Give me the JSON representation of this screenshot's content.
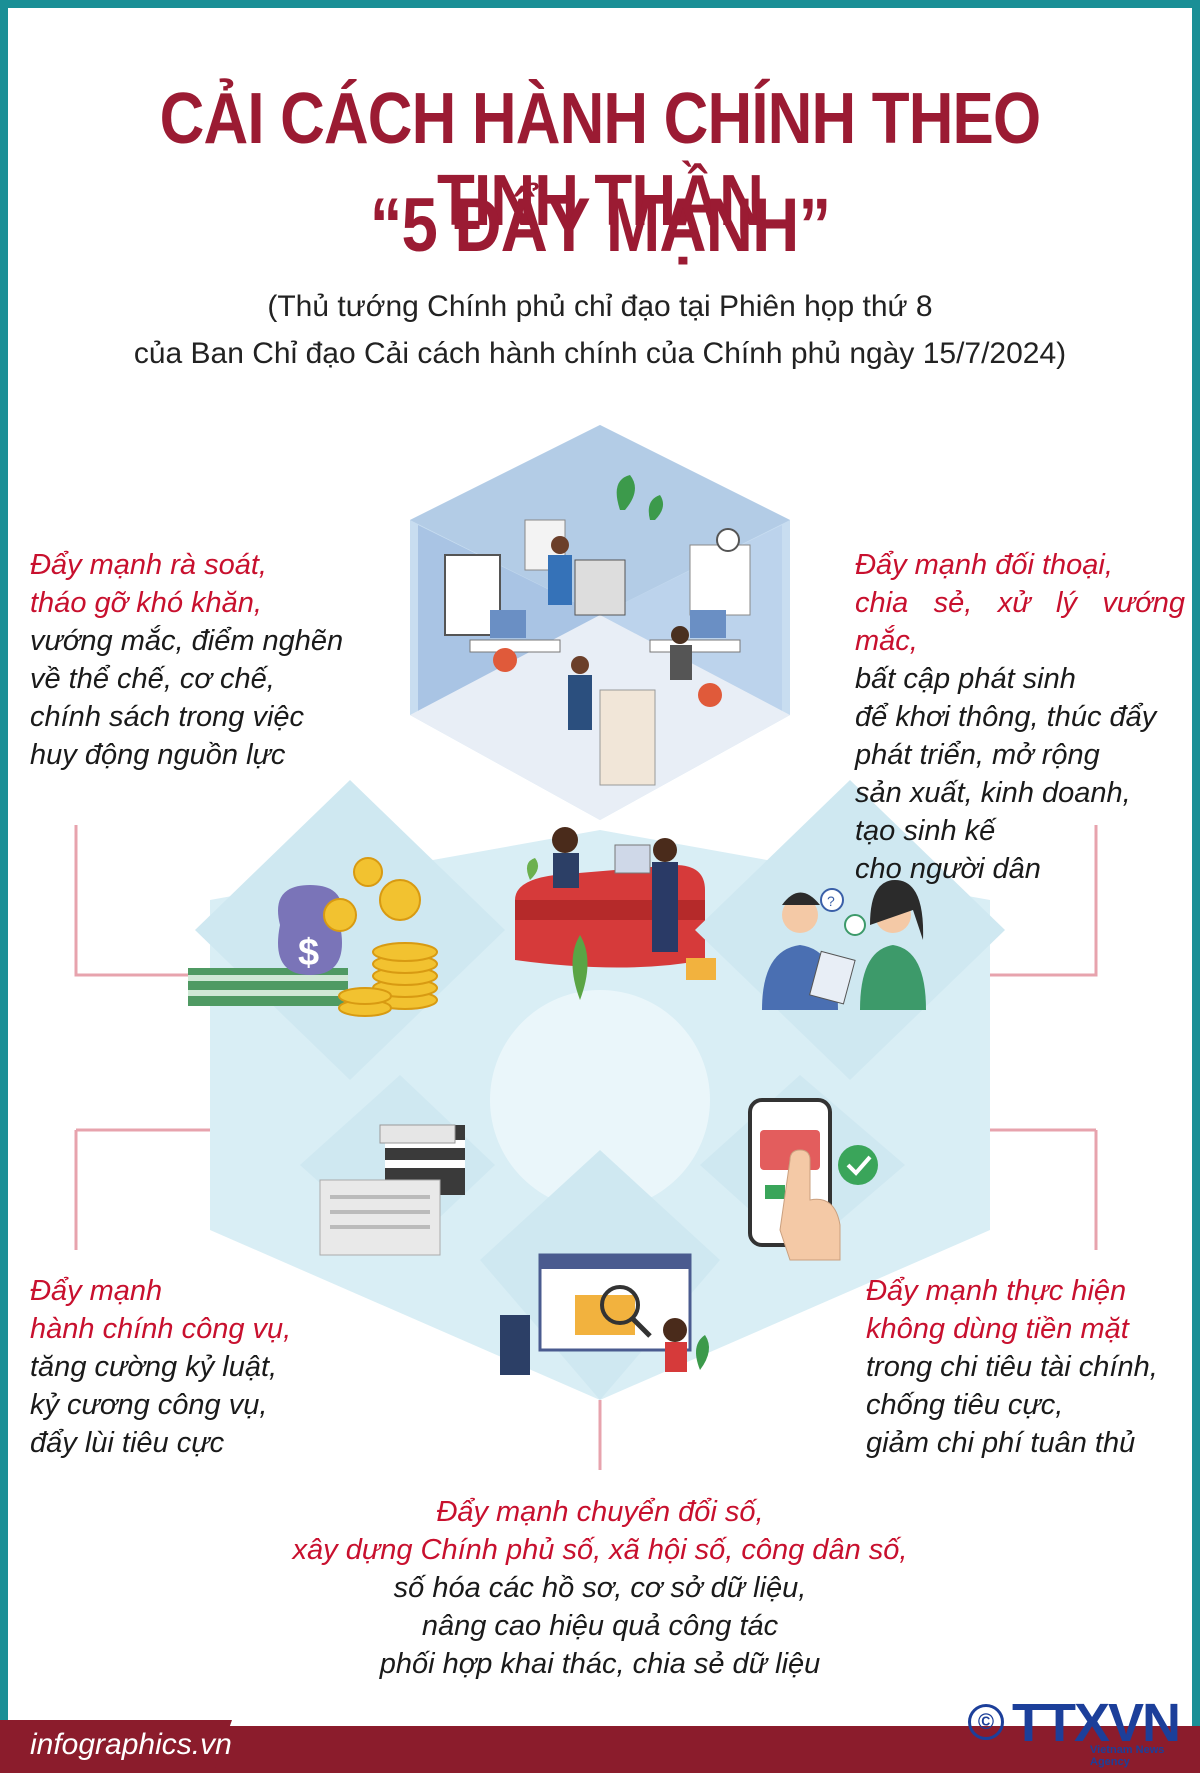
{
  "header": {
    "title_line1": "CẢI CÁCH HÀNH CHÍNH THEO TINH THẦN",
    "title_line2": "“5 ĐẨY MẠNH”",
    "subtitle_line1": "(Thủ tướng Chính phủ chỉ đạo tại Phiên họp thứ 8",
    "subtitle_line2": "của Ban Chỉ đạo Cải cách hành chính của Chính phủ ngày 15/7/2024)"
  },
  "items": [
    {
      "red": [
        "Đẩy mạnh rà soát,",
        "tháo gỡ khó khăn,"
      ],
      "black": [
        "vướng mắc, điểm nghẽn",
        "về thể chế, cơ chế,",
        "chính sách trong việc",
        "huy động nguồn lực"
      ],
      "icon": "money-coins-icon"
    },
    {
      "red": [
        "Đẩy mạnh đối thoại,",
        "chia sẻ, xử lý vướng mắc,"
      ],
      "black": [
        "bất cập phát sinh",
        "để khơi thông, thúc đẩy",
        "phát triển, mở rộng",
        "sản xuất, kinh doanh,",
        "tạo sinh kế",
        "cho người dân"
      ],
      "icon": "dialogue-people-icon"
    },
    {
      "red": [
        "Đẩy mạnh",
        "hành chính công vụ,"
      ],
      "black": [
        "tăng cường kỷ luật,",
        "kỷ cương công vụ,",
        "đẩy lùi tiêu cực"
      ],
      "icon": "paper-stack-icon"
    },
    {
      "red": [
        "Đẩy mạnh thực hiện",
        "không dùng tiền mặt"
      ],
      "black": [
        "trong chi tiêu tài chính,",
        "chống tiêu cực,",
        "giảm chi phí tuân thủ"
      ],
      "icon": "mobile-payment-icon"
    },
    {
      "red": [
        "Đẩy mạnh chuyển đổi số,",
        "xây dựng Chính phủ số, xã hội số, công dân số,"
      ],
      "black": [
        "số hóa các hồ sơ, cơ sở dữ liệu,",
        "nâng cao hiệu quả công tác",
        "phối hợp khai thác, chia sẻ dữ liệu"
      ],
      "icon": "digital-data-icon"
    }
  ],
  "footer": {
    "site": "infographics.vn",
    "copyright": "©",
    "logo": "TTXVN",
    "logo_sub": "Vietnam News Agency"
  },
  "colors": {
    "title": "#9b1b33",
    "accent_red": "#c8102e",
    "frame": "#1a8f96",
    "footer": "#8b1c2c",
    "logo": "#1c3f9a"
  }
}
